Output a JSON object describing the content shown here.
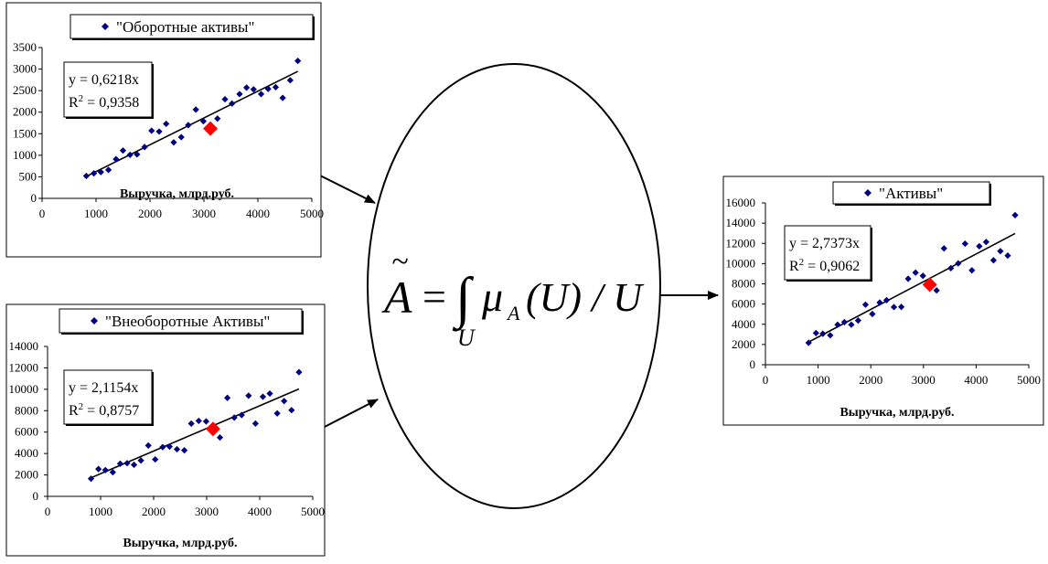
{
  "formula": {
    "lhs": "A",
    "tilde": "~",
    "eq": "=",
    "integral": "∫",
    "mu": "μ",
    "sub": "A",
    "arg": "(U) / U",
    "limit": "U"
  },
  "colors": {
    "point": "#000080",
    "highlight": "#ff0000",
    "line": "#000000"
  },
  "chart_data": [
    {
      "type": "scatter",
      "id": "current",
      "legend": "\"Оборотные активы\"",
      "xlabel": "Выручка, млрд.руб.",
      "xlim": [
        0,
        5000
      ],
      "ylim": [
        0,
        3500
      ],
      "xticks": [
        "0",
        "1000",
        "2000",
        "3000",
        "4000",
        "5000"
      ],
      "yticks": [
        "0",
        "500",
        "1000",
        "1500",
        "2000",
        "2500",
        "3000",
        "3500"
      ],
      "equation": "y = 0,6218x",
      "r2_prefix": "R",
      "r2_exp": "2",
      "r2_value": " = 0,9358",
      "slope": 0.6218,
      "x": [
        820,
        960,
        1090,
        1230,
        1370,
        1500,
        1630,
        1760,
        1900,
        2030,
        2170,
        2300,
        2440,
        2580,
        2710,
        2850,
        2990,
        3250,
        3390,
        3520,
        3660,
        3790,
        3920,
        4060,
        4190,
        4330,
        4460,
        4600,
        4740
      ],
      "y": [
        520,
        580,
        610,
        660,
        910,
        1110,
        1010,
        1020,
        1190,
        1570,
        1550,
        1730,
        1300,
        1420,
        1700,
        2060,
        1790,
        1850,
        2300,
        2200,
        2420,
        2570,
        2530,
        2420,
        2540,
        2580,
        2330,
        2740,
        3190
      ],
      "highlight": {
        "x": 3120,
        "y": 1620
      }
    },
    {
      "type": "scatter",
      "id": "noncurrent",
      "legend": "\"Внеоборотные Активы\"",
      "xlabel": "Выручка, млрд.руб.",
      "xlim": [
        0,
        5000
      ],
      "ylim": [
        0,
        14000
      ],
      "xticks": [
        "0",
        "1000",
        "2000",
        "3000",
        "4000",
        "5000"
      ],
      "yticks": [
        "0",
        "2000",
        "4000",
        "6000",
        "8000",
        "10000",
        "12000",
        "14000"
      ],
      "equation": "y = 2,1154x",
      "r2_prefix": "R",
      "r2_exp": "2",
      "r2_value": " = 0,8757",
      "slope": 2.1154,
      "x": [
        820,
        960,
        1090,
        1230,
        1370,
        1500,
        1630,
        1760,
        1900,
        2030,
        2170,
        2300,
        2440,
        2580,
        2710,
        2850,
        2990,
        3250,
        3390,
        3520,
        3660,
        3790,
        3920,
        4060,
        4190,
        4330,
        4460,
        4600,
        4740
      ],
      "y": [
        1650,
        2550,
        2450,
        2250,
        3050,
        3100,
        2950,
        3350,
        4750,
        3450,
        4600,
        4650,
        4400,
        4300,
        6800,
        7050,
        7000,
        5500,
        9200,
        7350,
        7600,
        9400,
        6800,
        9300,
        9600,
        7750,
        8900,
        8050,
        11600
      ],
      "highlight": {
        "x": 3120,
        "y": 6300
      }
    },
    {
      "type": "scatter",
      "id": "total",
      "legend": "\"Активы\"",
      "xlabel": "Выручка, млрд.руб.",
      "xlim": [
        0,
        5000
      ],
      "ylim": [
        0,
        16000
      ],
      "xticks": [
        "0",
        "1000",
        "2000",
        "3000",
        "4000",
        "5000"
      ],
      "yticks": [
        "0",
        "2000",
        "4000",
        "6000",
        "8000",
        "10000",
        "12000",
        "14000",
        "16000"
      ],
      "equation": "y = 2,7373x",
      "r2_prefix": "R",
      "r2_exp": "2",
      "r2_value": " = 0,9062",
      "slope": 2.7373,
      "x": [
        820,
        960,
        1090,
        1230,
        1370,
        1500,
        1630,
        1760,
        1900,
        2030,
        2170,
        2300,
        2440,
        2580,
        2710,
        2850,
        2990,
        3250,
        3390,
        3520,
        3660,
        3790,
        3920,
        4060,
        4190,
        4330,
        4460,
        4600,
        4740
      ],
      "y": [
        2170,
        3130,
        3060,
        2910,
        3960,
        4210,
        3960,
        4370,
        5940,
        5020,
        6150,
        6380,
        5700,
        5720,
        8500,
        9110,
        8790,
        7350,
        11500,
        9550,
        10020,
        11970,
        9330,
        11720,
        12140,
        10330,
        11230,
        10790,
        14790
      ],
      "highlight": {
        "x": 3120,
        "y": 7920
      }
    }
  ]
}
